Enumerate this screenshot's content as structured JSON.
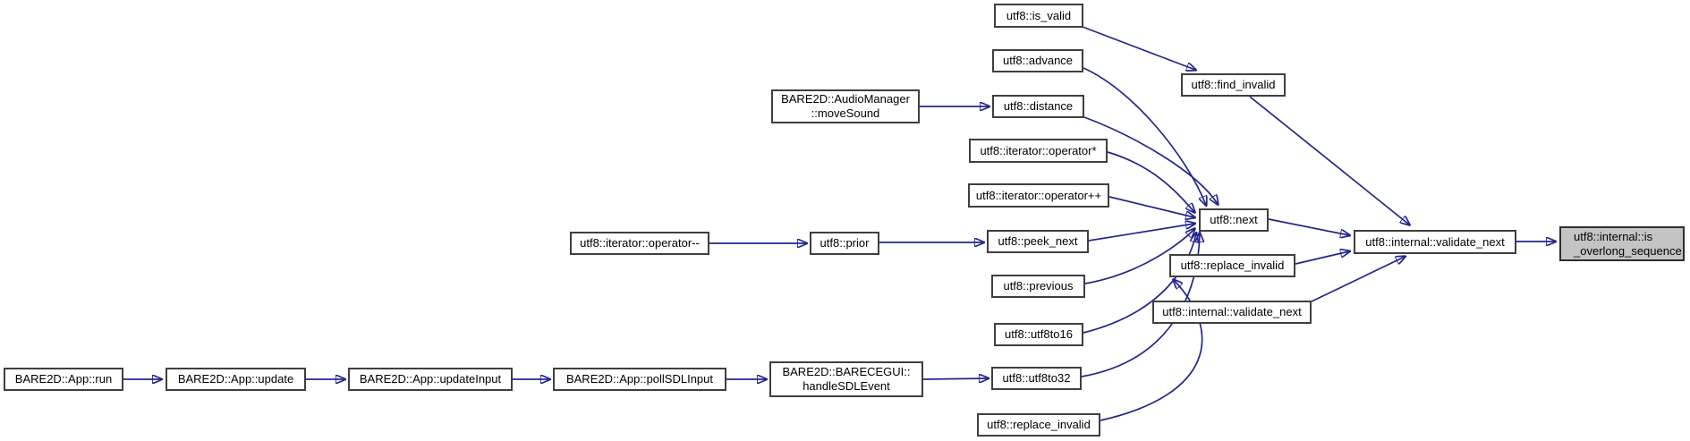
{
  "diagram": {
    "kind": "doxygen-caller-graph",
    "target_function": "utf8::internal::is_overlong_sequence",
    "colors": {
      "edge": "#24248f",
      "node_border": "#3f3f3f",
      "node_fill": "#ffffff",
      "highlight_fill": "#c4c4c4",
      "text": "#000000",
      "background": "#ffffff"
    },
    "nodes": [
      {
        "id": "run",
        "label": "BARE2D::App::run",
        "highlighted": false
      },
      {
        "id": "update",
        "label": "BARE2D::App::update",
        "highlighted": false
      },
      {
        "id": "updateInput",
        "label": "BARE2D::App::updateInput",
        "highlighted": false
      },
      {
        "id": "pollSDLInput",
        "label": "BARE2D::App::pollSDLInput",
        "highlighted": false
      },
      {
        "id": "handleSDLEvent",
        "label": "BARE2D::BARECEGUI::\nhandleSDLEvent",
        "highlighted": false
      },
      {
        "id": "replace_invalid_2",
        "label": "utf8::replace_invalid",
        "highlighted": false
      },
      {
        "id": "moveSound",
        "label": "BARE2D::AudioManager\n::moveSound",
        "highlighted": false
      },
      {
        "id": "operator_mm",
        "label": "utf8::iterator::operator--",
        "highlighted": false
      },
      {
        "id": "prior",
        "label": "utf8::prior",
        "highlighted": false
      },
      {
        "id": "is_valid",
        "label": "utf8::is_valid",
        "highlighted": false
      },
      {
        "id": "advance",
        "label": "utf8::advance",
        "highlighted": false
      },
      {
        "id": "distance",
        "label": "utf8::distance",
        "highlighted": false
      },
      {
        "id": "operator_star",
        "label": "utf8::iterator::operator*",
        "highlighted": false
      },
      {
        "id": "operator_pp",
        "label": "utf8::iterator::operator++",
        "highlighted": false
      },
      {
        "id": "peek_next",
        "label": "utf8::peek_next",
        "highlighted": false
      },
      {
        "id": "previous",
        "label": "utf8::previous",
        "highlighted": false
      },
      {
        "id": "utf8to16",
        "label": "utf8::utf8to16",
        "highlighted": false
      },
      {
        "id": "utf8to32",
        "label": "utf8::utf8to32",
        "highlighted": false
      },
      {
        "id": "find_invalid",
        "label": "utf8::find_invalid",
        "highlighted": false
      },
      {
        "id": "next",
        "label": "utf8::next",
        "highlighted": false
      },
      {
        "id": "replace_invalid",
        "label": "utf8::replace_invalid",
        "highlighted": false
      },
      {
        "id": "validate_next_2",
        "label": "utf8::internal::validate_next",
        "highlighted": false
      },
      {
        "id": "validate_next",
        "label": "utf8::internal::validate_next",
        "highlighted": false
      },
      {
        "id": "is_overlong_sequence",
        "label": "utf8::internal::is\n_overlong_sequence",
        "highlighted": true
      }
    ],
    "edges": [
      {
        "from": "run",
        "to": "update"
      },
      {
        "from": "update",
        "to": "updateInput"
      },
      {
        "from": "updateInput",
        "to": "pollSDLInput"
      },
      {
        "from": "pollSDLInput",
        "to": "handleSDLEvent"
      },
      {
        "from": "handleSDLEvent",
        "to": "utf8to32"
      },
      {
        "from": "moveSound",
        "to": "distance"
      },
      {
        "from": "operator_mm",
        "to": "prior"
      },
      {
        "from": "prior",
        "to": "peek_next"
      },
      {
        "from": "is_valid",
        "to": "find_invalid"
      },
      {
        "from": "find_invalid",
        "to": "validate_next"
      },
      {
        "from": "advance",
        "to": "next"
      },
      {
        "from": "distance",
        "to": "next"
      },
      {
        "from": "operator_star",
        "to": "next"
      },
      {
        "from": "operator_pp",
        "to": "next"
      },
      {
        "from": "peek_next",
        "to": "next"
      },
      {
        "from": "previous",
        "to": "next"
      },
      {
        "from": "utf8to16",
        "to": "next"
      },
      {
        "from": "utf8to32",
        "to": "next"
      },
      {
        "from": "replace_invalid_2",
        "to": "replace_invalid"
      },
      {
        "from": "replace_invalid",
        "to": "validate_next"
      },
      {
        "from": "validate_next_2",
        "to": "validate_next"
      },
      {
        "from": "next",
        "to": "validate_next"
      },
      {
        "from": "validate_next",
        "to": "is_overlong_sequence"
      }
    ]
  }
}
